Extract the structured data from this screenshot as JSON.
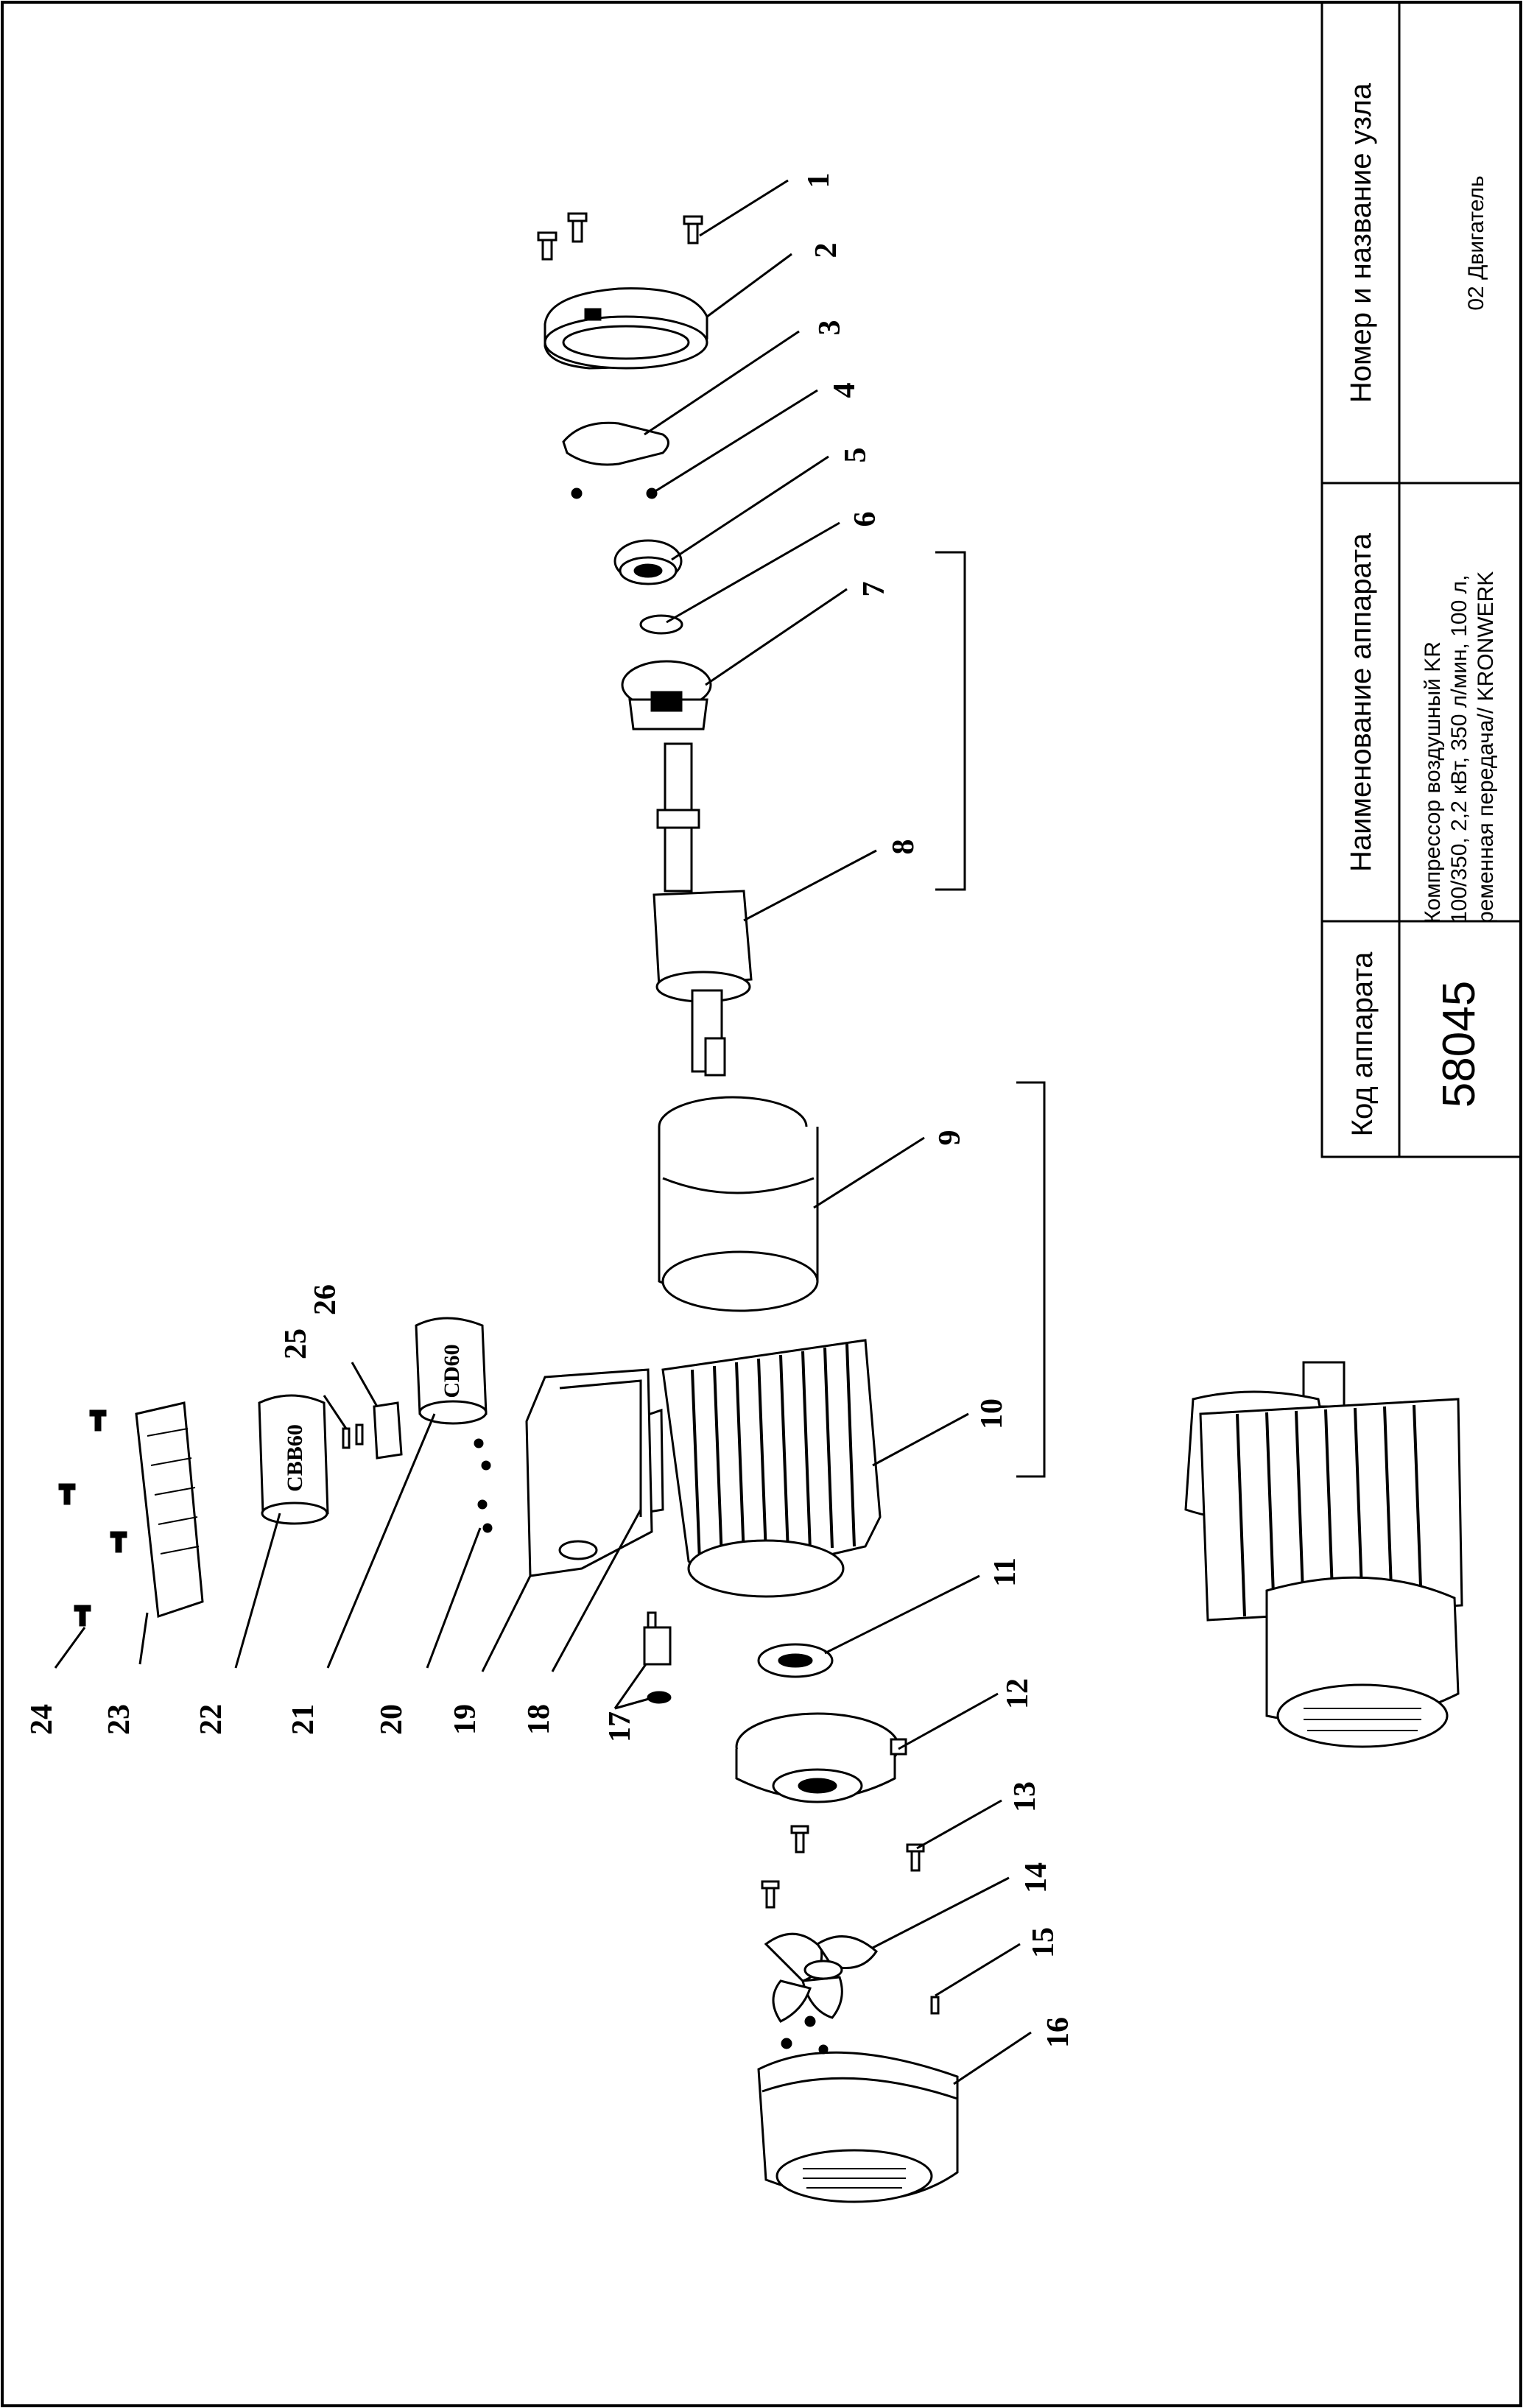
{
  "title_block": {
    "code_header": "Код аппарата",
    "name_header": "Наименование аппарата",
    "node_header": "Номер и название узла",
    "code_value": "58045",
    "name_value_lines": [
      "Компрессор воздушный KR",
      "100/350, 2,2 кВт, 350 л/мин, 100 л,",
      "ременная передача// KRONWERK"
    ],
    "node_value": "02 Двигатель"
  },
  "callouts": [
    "1",
    "2",
    "3",
    "4",
    "5",
    "6",
    "7",
    "8",
    "9",
    "10",
    "11",
    "12",
    "13",
    "14",
    "15",
    "16",
    "17",
    "18",
    "19",
    "20",
    "21",
    "22",
    "23",
    "24",
    "25",
    "26"
  ],
  "capacitor_labels": {
    "run": "CD60",
    "start": "CBB60"
  },
  "icons": [
    "bolt-icon",
    "motor-end-cover-icon",
    "bearing-icon",
    "rotor-shaft-icon",
    "stator-icon",
    "motor-housing-icon",
    "fan-icon",
    "fan-cover-icon",
    "capacitor-icon",
    "terminal-box-icon",
    "assembled-motor-icon"
  ]
}
